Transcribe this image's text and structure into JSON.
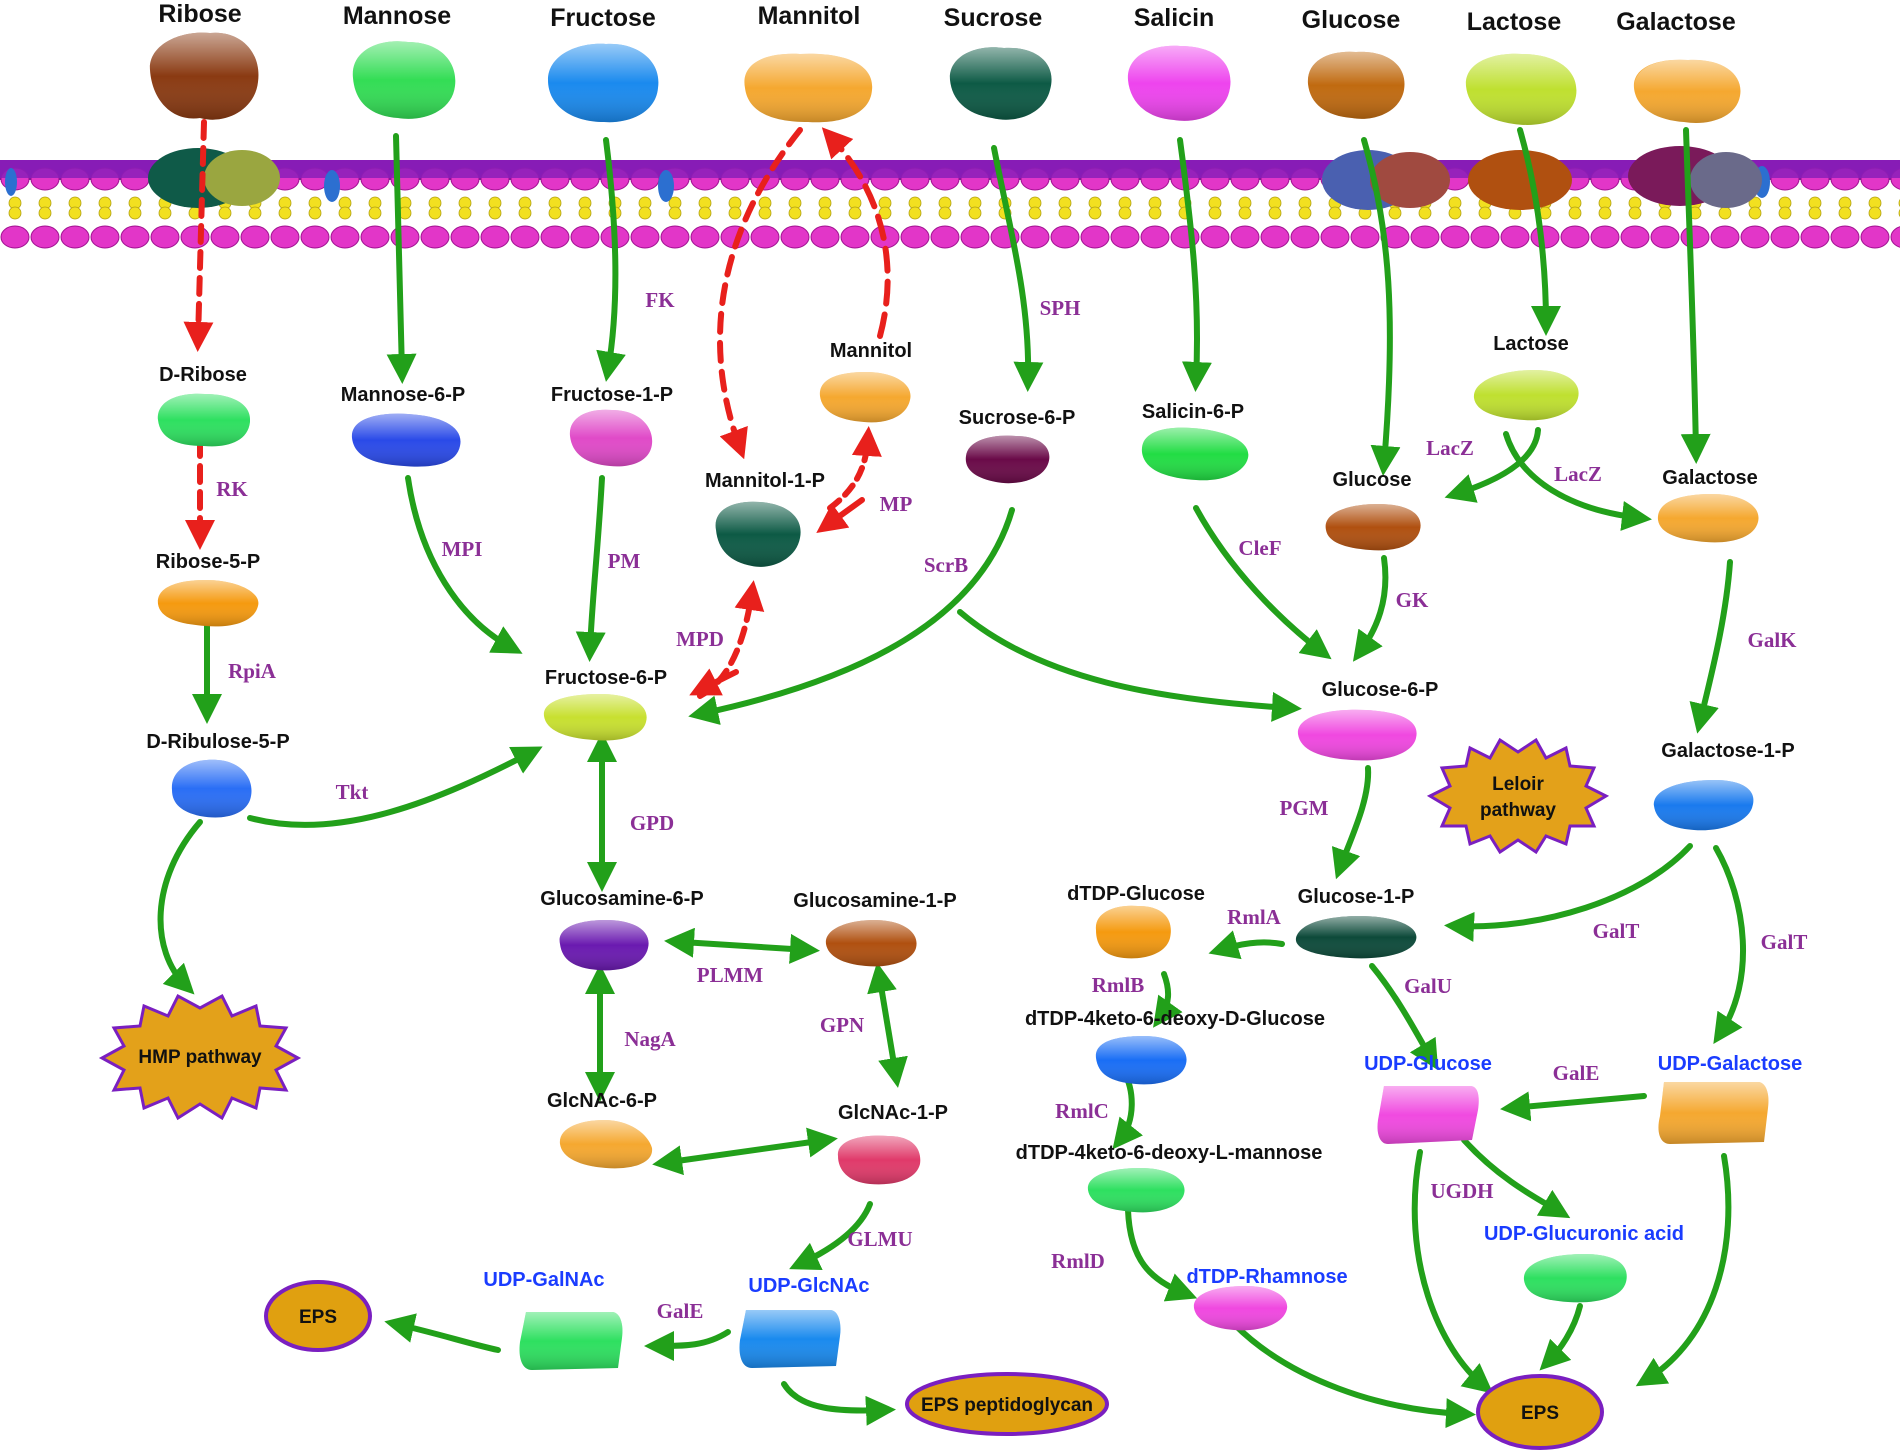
{
  "colors": {
    "membrane_band": "#7a12a8",
    "lipid_head": "#e236c8",
    "lipid_tail": "#f2e020",
    "arrow_green": "#22a01a",
    "arrow_red": "#e8201c",
    "enzyme_text": "#8b2f96",
    "udp_text": "#1a3cff",
    "pathway_star": "#e3a11a",
    "eps_fill": "#e0a010",
    "eps_border": "#7a1fc0"
  },
  "sugars_outside": [
    {
      "label": "Ribose",
      "color": "#8a3a12"
    },
    {
      "label": "Mannose",
      "color": "#33dd55"
    },
    {
      "label": "Fructose",
      "color": "#1a8aee"
    },
    {
      "label": "Mannitol",
      "color": "#f5a830"
    },
    {
      "label": "Sucrose",
      "color": "#0d5a45"
    },
    {
      "label": "Salicin",
      "color": "#ee44ee"
    },
    {
      "label": "Glucose",
      "color": "#c06a10"
    },
    {
      "label": "Lactose",
      "color": "#bfe030"
    },
    {
      "label": "Galactose",
      "color": "#f5a830"
    }
  ],
  "metabolites": {
    "d_ribose": "D-Ribose",
    "ribose_5p": "Ribose-5-P",
    "d_ribulose_5p": "D-Ribulose-5-P",
    "mannose_6p": "Mannose-6-P",
    "fructose_1p": "Fructose-1-P",
    "fructose_6p": "Fructose-6-P",
    "mannitol_in": "Mannitol",
    "mannitol_1p": "Mannitol-1-P",
    "sucrose_6p": "Sucrose-6-P",
    "salicin_6p": "Salicin-6-P",
    "lactose_in": "Lactose",
    "glucose_in": "Glucose",
    "galactose_in": "Galactose",
    "glucose_6p": "Glucose-6-P",
    "galactose_1p": "Galactose-1-P",
    "glucose_1p": "Glucose-1-P",
    "glucosamine_6p": "Glucosamine-6-P",
    "glucosamine_1p": "Glucosamine-1-P",
    "glcnac_6p": "GlcNAc-6-P",
    "glcnac_1p": "GlcNAc-1-P",
    "dtdp_glucose": "dTDP-Glucose",
    "dtdp_4keto_d": "dTDP-4keto-6-deoxy-D-Glucose",
    "dtdp_4keto_l": "dTDP-4keto-6-deoxy-L-mannose",
    "dtdp_rhamnose": "dTDP-Rhamnose",
    "udp_glucose": "UDP-Glucose",
    "udp_galactose": "UDP-Galactose",
    "udp_glucuronic": "UDP-Glucuronic acid",
    "udp_glcnac": "UDP-GlcNAc",
    "udp_galnac": "UDP-GalNAc"
  },
  "enzymes": {
    "rk": "RK",
    "rpia": "RpiA",
    "tkt": "Tkt",
    "mpi": "MPI",
    "fk": "FK",
    "pm": "PM",
    "mpd": "MPD",
    "mp": "MP",
    "sph": "SPH",
    "scrb": "ScrB",
    "clef": "CleF",
    "lacz_left": "LacZ",
    "lacz_right": "LacZ",
    "gk": "GK",
    "galk": "GalK",
    "pgm": "PGM",
    "gpd": "GPD",
    "plmm": "PLMM",
    "naga": "NagA",
    "gpn": "GPN",
    "glmu": "GLMU",
    "gale_left": "GalE",
    "gale_right": "GalE",
    "rmla": "RmlA",
    "rmlb": "RmlB",
    "rmlc": "RmlC",
    "rmld": "RmlD",
    "galu": "GalU",
    "galt_left": "GalT",
    "galt_right": "GalT",
    "ugdh": "UGDH"
  },
  "pathways": {
    "hmp": "HMP pathway",
    "leloir_line1": "Leloir",
    "leloir_line2": "pathway"
  },
  "products": {
    "eps_left": "EPS",
    "eps_peptidoglycan": "EPS peptidoglycan",
    "eps_right": "EPS"
  }
}
